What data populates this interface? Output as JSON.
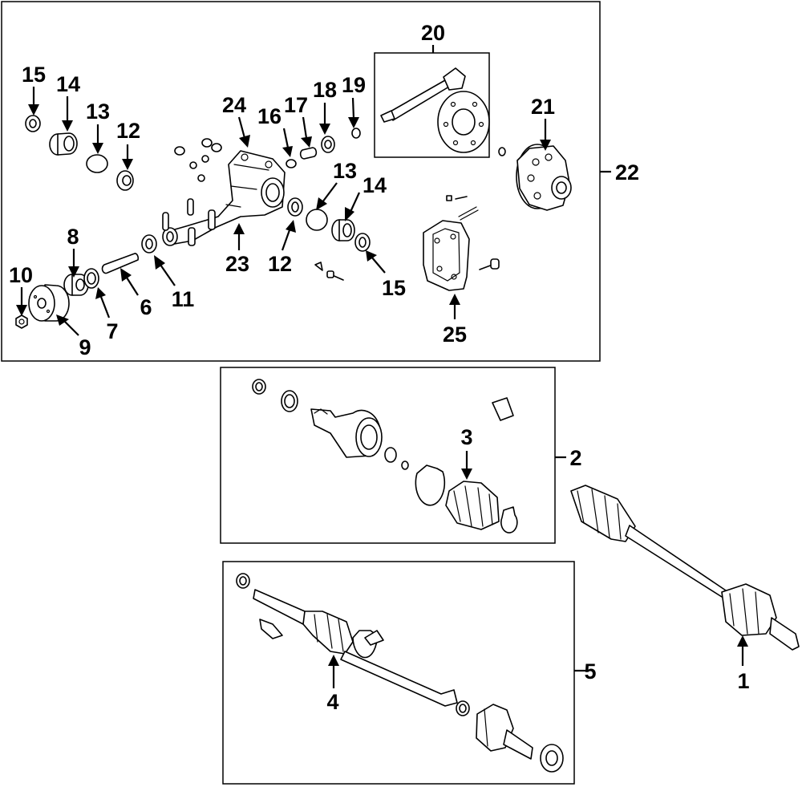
{
  "callouts": {
    "n1": "1",
    "n2": "2",
    "n3": "3",
    "n4": "4",
    "n5": "5",
    "n6": "6",
    "n7": "7",
    "n8": "8",
    "n9": "9",
    "n10": "10",
    "n11": "11",
    "n12a": "12",
    "n12b": "12",
    "n13a": "13",
    "n13b": "13",
    "n14a": "14",
    "n14b": "14",
    "n15a": "15",
    "n15b": "15",
    "n16": "16",
    "n17": "17",
    "n18": "18",
    "n19": "19",
    "n20": "20",
    "n21": "21",
    "n22": "22",
    "n23": "23",
    "n24": "24",
    "n25": "25"
  }
}
